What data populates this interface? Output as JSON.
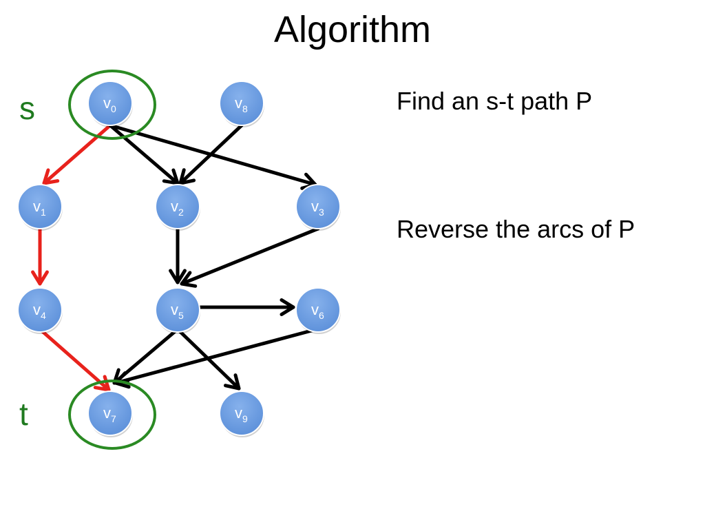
{
  "title": "Algorithm",
  "steps": [
    "Find an s-t path P",
    "Reverse the arcs of P"
  ],
  "source_label": "s",
  "sink_label": "t",
  "colors": {
    "node_fill": "#5b8fd9",
    "node_stroke": "#ffffff",
    "edge_normal": "#000000",
    "edge_path": "#e8221c",
    "terminal_ring": "#2a8a23",
    "label_green": "#1f7a1f"
  },
  "nodes": [
    {
      "id": "v0",
      "base": "v",
      "sub": "0"
    },
    {
      "id": "v1",
      "base": "v",
      "sub": "1"
    },
    {
      "id": "v2",
      "base": "v",
      "sub": "2"
    },
    {
      "id": "v3",
      "base": "v",
      "sub": "3"
    },
    {
      "id": "v4",
      "base": "v",
      "sub": "4"
    },
    {
      "id": "v5",
      "base": "v",
      "sub": "5"
    },
    {
      "id": "v6",
      "base": "v",
      "sub": "6"
    },
    {
      "id": "v7",
      "base": "v",
      "sub": "7"
    },
    {
      "id": "v8",
      "base": "v",
      "sub": "8"
    },
    {
      "id": "v9",
      "base": "v",
      "sub": "9"
    }
  ],
  "edges": [
    {
      "from": "v0",
      "to": "v1",
      "on_path": true
    },
    {
      "from": "v1",
      "to": "v4",
      "on_path": true
    },
    {
      "from": "v4",
      "to": "v7",
      "on_path": true
    },
    {
      "from": "v0",
      "to": "v2",
      "on_path": false
    },
    {
      "from": "v0",
      "to": "v3",
      "on_path": false
    },
    {
      "from": "v8",
      "to": "v2",
      "on_path": false
    },
    {
      "from": "v2",
      "to": "v5",
      "on_path": false
    },
    {
      "from": "v3",
      "to": "v5",
      "on_path": false
    },
    {
      "from": "v5",
      "to": "v6",
      "on_path": false
    },
    {
      "from": "v5",
      "to": "v7",
      "on_path": false
    },
    {
      "from": "v6",
      "to": "v7",
      "on_path": false
    },
    {
      "from": "v5",
      "to": "v9",
      "on_path": false
    }
  ],
  "source_node": "v0",
  "sink_node": "v7"
}
